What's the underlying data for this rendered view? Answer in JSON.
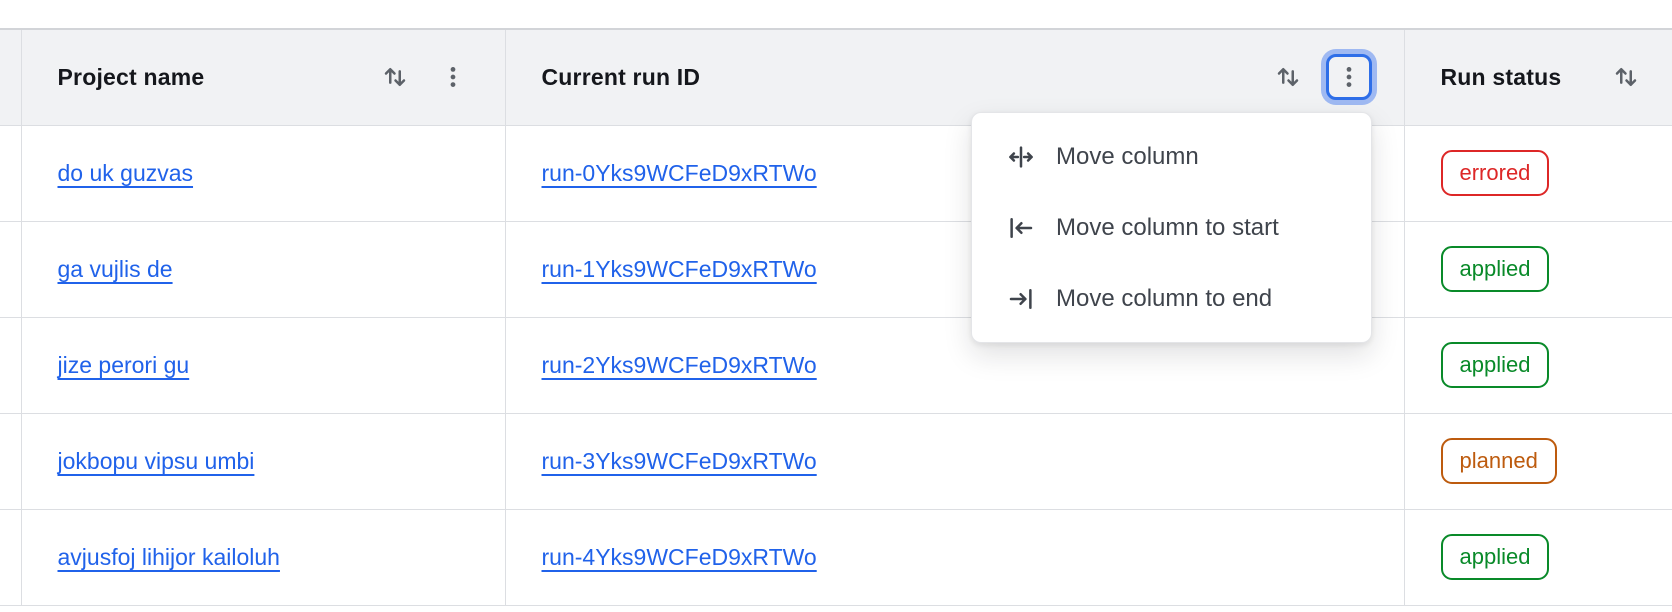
{
  "table": {
    "columns": [
      {
        "label": "Project name",
        "sort_icon": "swap-vertical-icon",
        "menu_icon": "kebab-icon"
      },
      {
        "label": "Current run ID",
        "sort_icon": "swap-vertical-icon",
        "menu_icon": "kebab-icon",
        "menu_open": true
      },
      {
        "label": "Run status",
        "sort_icon": "swap-vertical-icon"
      }
    ],
    "rows": [
      {
        "project_name": "do uk guzvas",
        "run_id": "run-0Yks9WCFeD9xRTWo",
        "status": "errored",
        "status_variant": "critical"
      },
      {
        "project_name": "ga vujlis de",
        "run_id": "run-1Yks9WCFeD9xRTWo",
        "status": "applied",
        "status_variant": "success"
      },
      {
        "project_name": "jize perori gu",
        "run_id": "run-2Yks9WCFeD9xRTWo",
        "status": "applied",
        "status_variant": "success"
      },
      {
        "project_name": "jokbopu vipsu umbi",
        "run_id": "run-3Yks9WCFeD9xRTWo",
        "status": "planned",
        "status_variant": "warning"
      },
      {
        "project_name": "avjusfoj lihijor kailoluh",
        "run_id": "run-4Yks9WCFeD9xRTWo",
        "status": "applied",
        "status_variant": "success"
      }
    ]
  },
  "menu": {
    "items": [
      {
        "label": "Move column",
        "icon": "move-column-icon"
      },
      {
        "label": "Move column to start",
        "icon": "move-column-start-icon"
      },
      {
        "label": "Move column to end",
        "icon": "move-column-end-icon"
      }
    ]
  },
  "colors": {
    "link": "#2062ea",
    "header_bg": "#f1f2f4",
    "border": "#dcdee2",
    "critical": "#dd2727",
    "success": "#098a29",
    "warning": "#bd5b0e",
    "focus_ring": "#2e6ee8",
    "icon": "#5d6269"
  }
}
